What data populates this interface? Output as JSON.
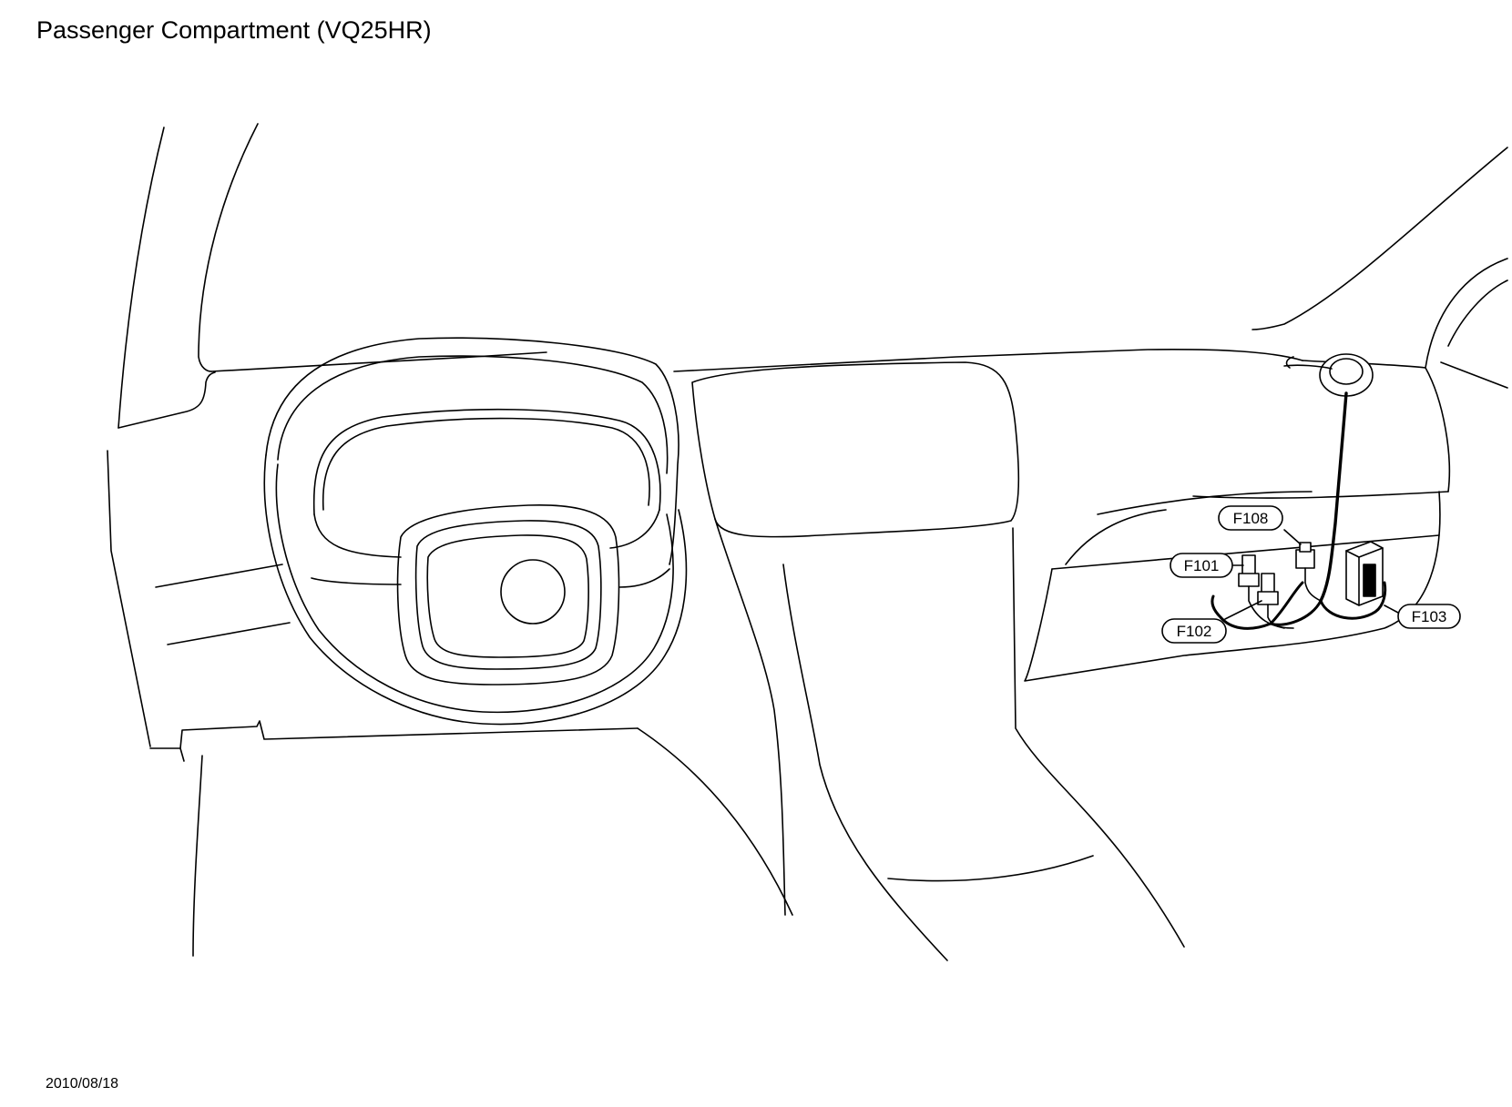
{
  "title": "Passenger Compartment (VQ25HR)",
  "date": "2010/08/18",
  "connectors": [
    {
      "id": "f108",
      "label": "F108"
    },
    {
      "id": "f101",
      "label": "F101"
    },
    {
      "id": "f102",
      "label": "F102"
    },
    {
      "id": "f103",
      "label": "F103"
    }
  ]
}
